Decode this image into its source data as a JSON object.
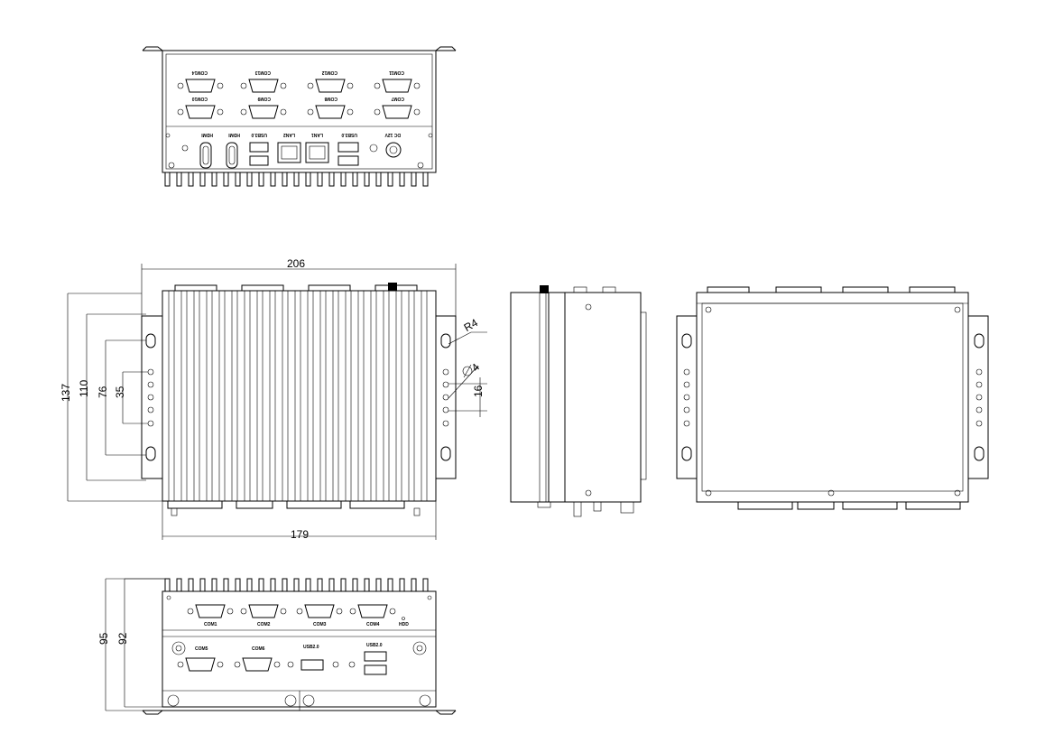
{
  "dimensions": {
    "overall_width": "206",
    "body_width": "179",
    "overall_height": "137",
    "mount_slot_spacing": "110",
    "hole_span_outer": "76",
    "hole_span_inner": "35",
    "corner_radius": "R4",
    "hole_diameter": "4",
    "hole_pitch": "16",
    "front_total_height": "95",
    "front_body_height": "92"
  },
  "rear_panel_labels": [
    "COM14",
    "COM13",
    "COM12",
    "COM11",
    "COM10",
    "COM9",
    "COM8",
    "COM7",
    "DC 12V",
    "USB3.0",
    "LAN1",
    "LAN2",
    "USB3.0",
    "HDMI",
    "HDMI"
  ],
  "front_panel_labels": {
    "com_top": [
      "COM1",
      "COM2",
      "COM3",
      "COM4"
    ],
    "hdd": "HDD",
    "com_bottom": [
      "COM5",
      "COM6"
    ],
    "usb_a": "USB2.0",
    "usb_b": "USB2.0"
  }
}
